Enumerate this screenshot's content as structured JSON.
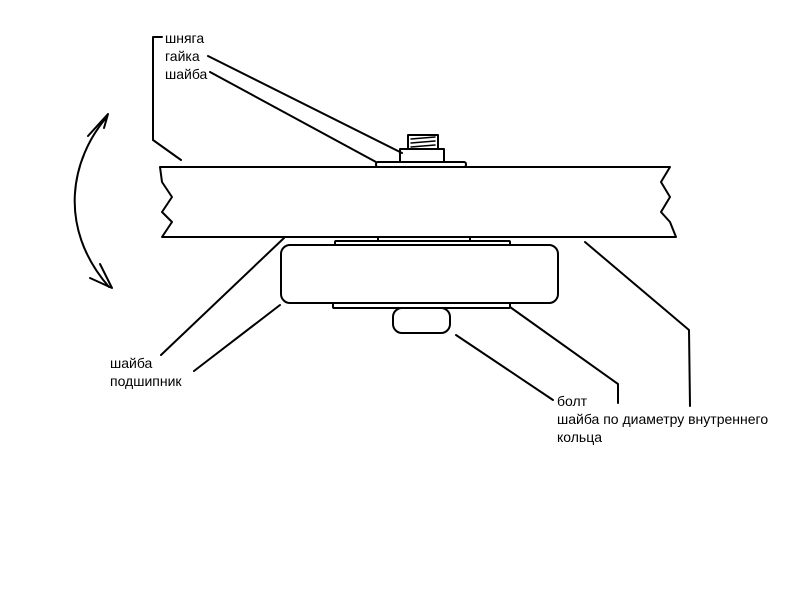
{
  "labels": {
    "top": [
      "шняга",
      "гайка",
      "шайба"
    ],
    "bottom_left": [
      "шайба",
      "подшипник"
    ],
    "bottom_right": [
      "болт",
      "шайба по диаметру внутреннего",
      "кольца"
    ]
  },
  "colors": {
    "stroke": "#000000",
    "background": "#ffffff"
  }
}
